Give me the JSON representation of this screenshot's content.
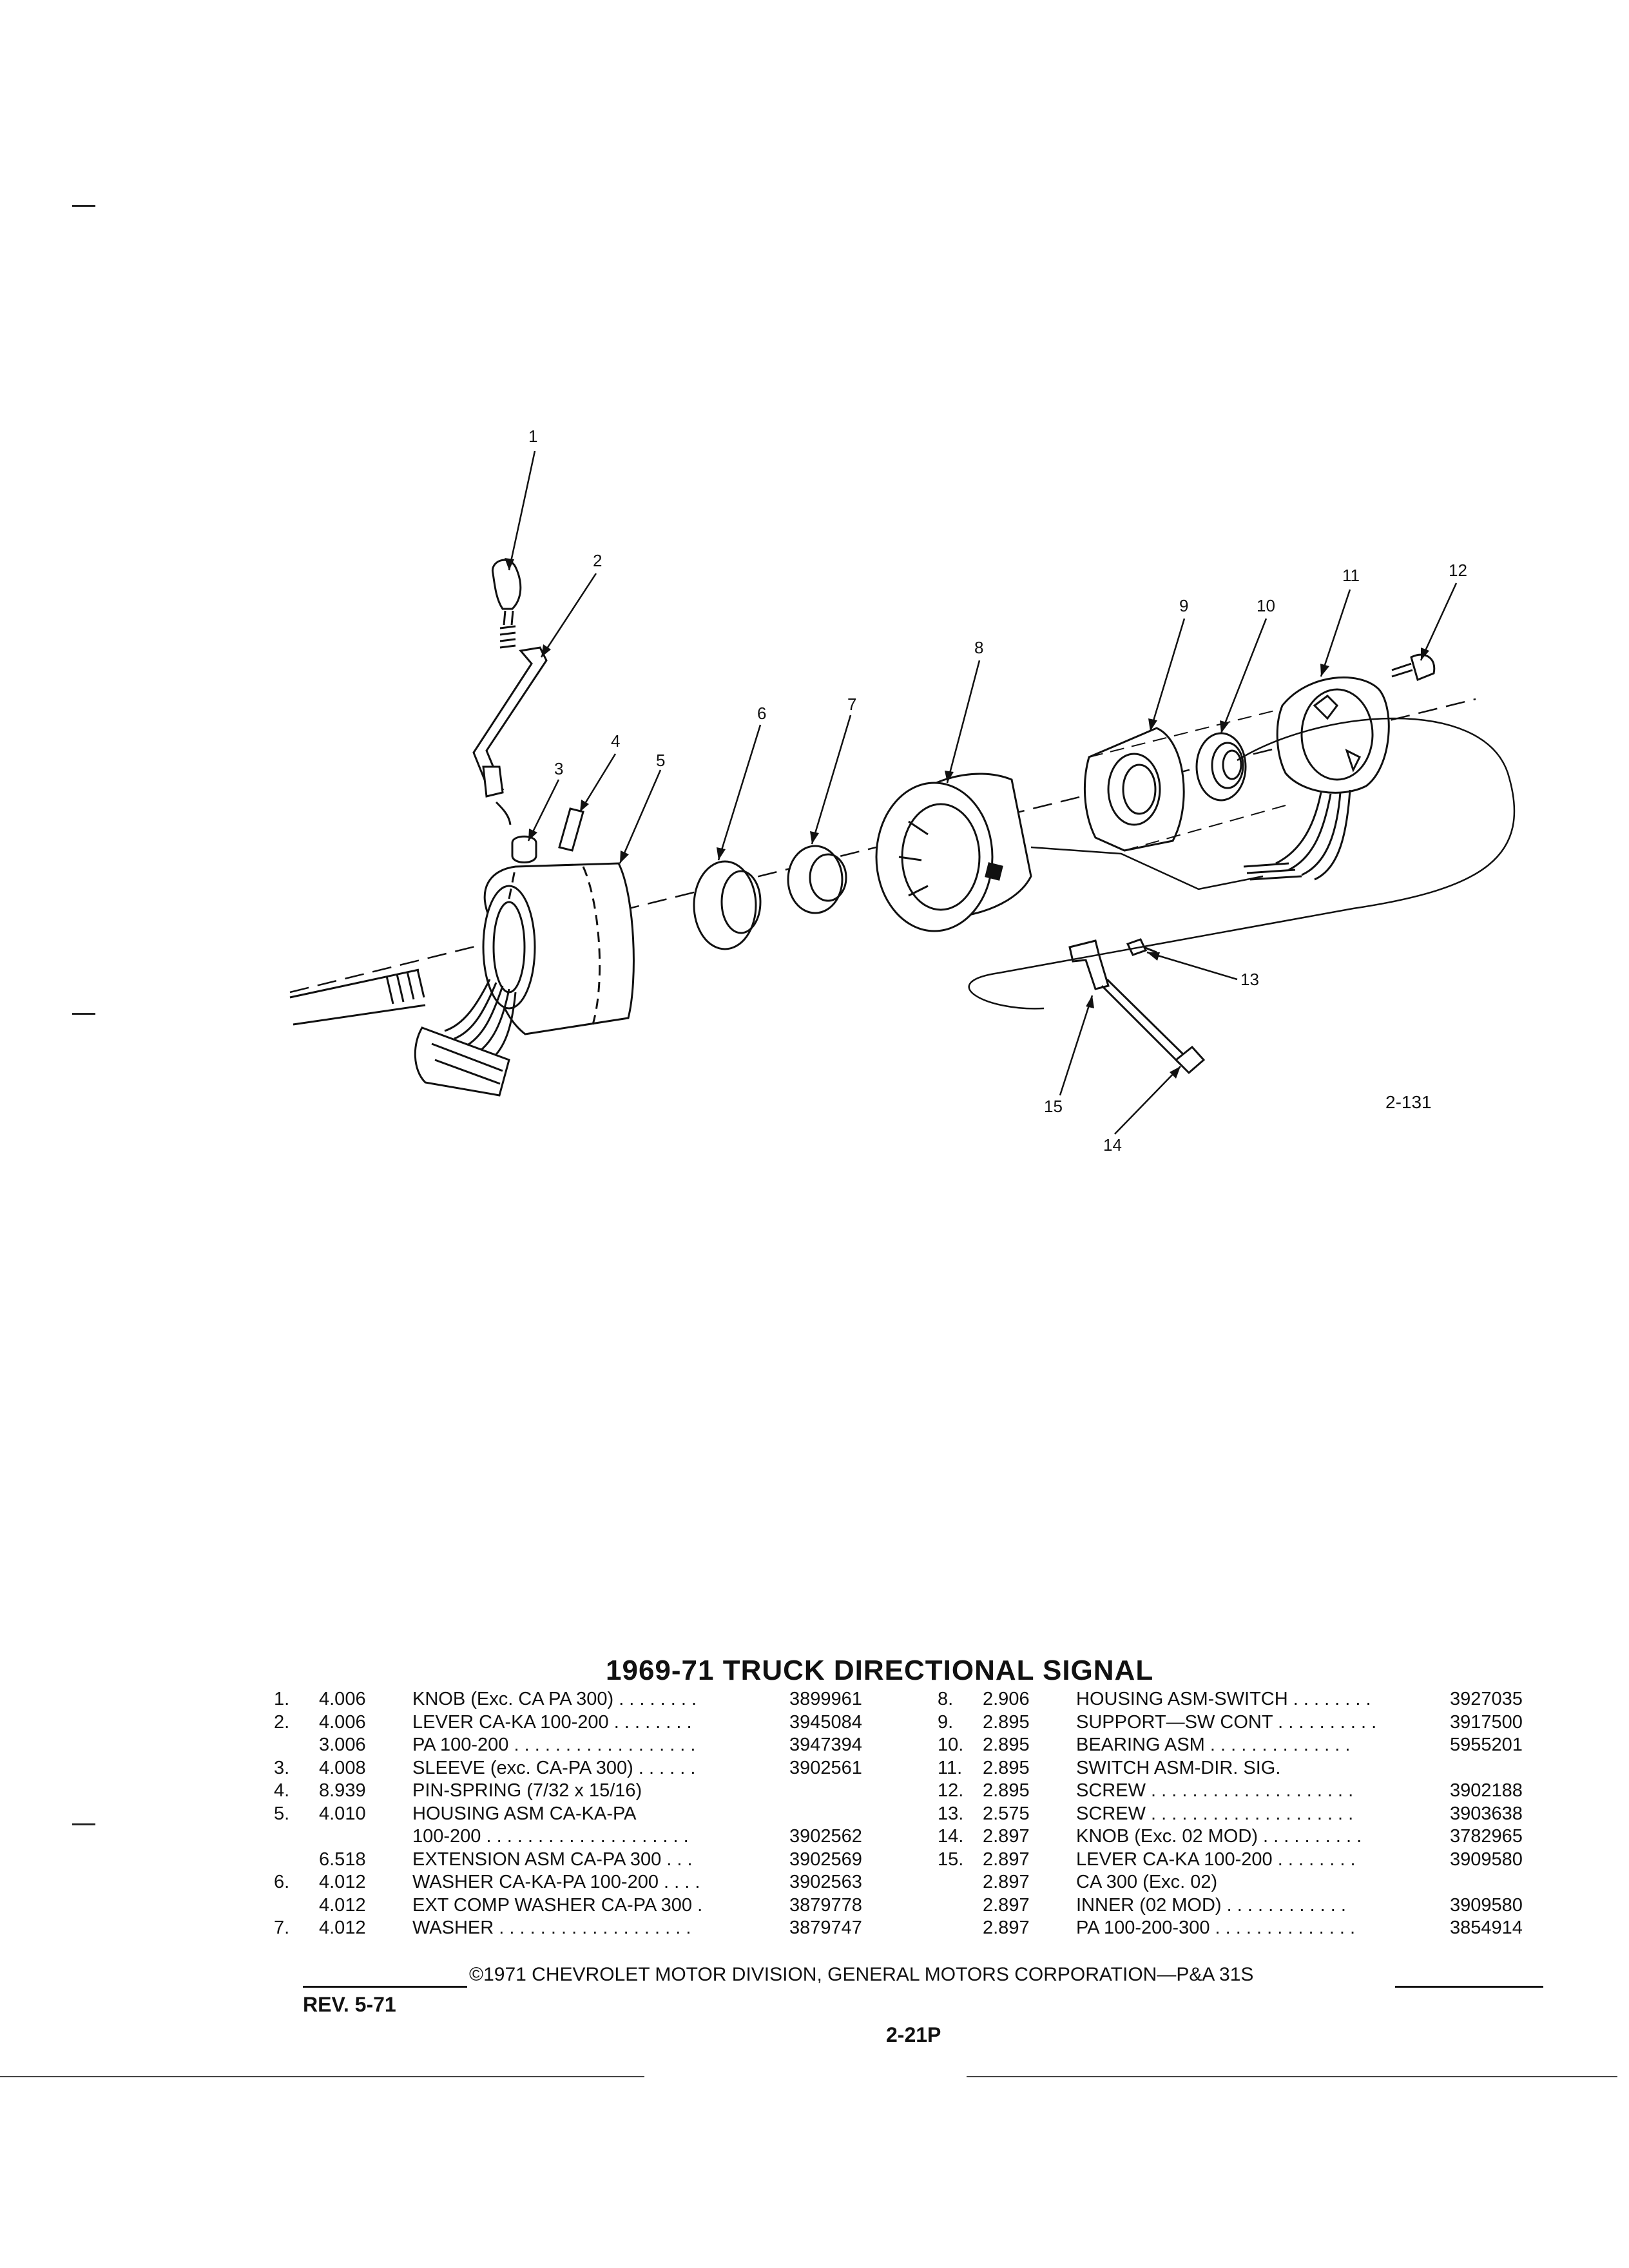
{
  "figure": {
    "ref": "2-131",
    "callouts": [
      "1",
      "2",
      "3",
      "4",
      "5",
      "6",
      "7",
      "8",
      "9",
      "10",
      "11",
      "12",
      "13",
      "14",
      "15"
    ]
  },
  "title": "1969-71 TRUCK DIRECTIONAL SIGNAL",
  "parts_left": [
    {
      "no": "1.",
      "group": "4.006",
      "desc": "KNOB (Exc. CA PA 300) . . . . . . . .",
      "part": "3899961"
    },
    {
      "no": "2.",
      "group": "4.006",
      "desc": "LEVER CA-KA 100-200 . . . . . . . .",
      "part": "3945084"
    },
    {
      "no": "",
      "group": "3.006",
      "desc": "PA 100-200 . . . . . . . . . . . . . . . . . .",
      "part": "3947394"
    },
    {
      "no": "3.",
      "group": "4.008",
      "desc": "SLEEVE (exc. CA-PA 300) . . . . . .",
      "part": "3902561"
    },
    {
      "no": "4.",
      "group": "8.939",
      "desc": "PIN-SPRING (7/32 x 15/16)",
      "part": ""
    },
    {
      "no": "5.",
      "group": "4.010",
      "desc": "HOUSING ASM CA-KA-PA",
      "part": ""
    },
    {
      "no": "",
      "group": "",
      "desc": "100-200 . . . . . . . . . . . . . . . . . . . .",
      "part": "3902562"
    },
    {
      "no": "",
      "group": "6.518",
      "desc": "EXTENSION ASM CA-PA 300 . . .",
      "part": "3902569"
    },
    {
      "no": "6.",
      "group": "4.012",
      "desc": "WASHER CA-KA-PA 100-200 . . . .",
      "part": "3902563"
    },
    {
      "no": "",
      "group": "4.012",
      "desc": "EXT COMP WASHER CA-PA 300 .",
      "part": "3879778"
    },
    {
      "no": "7.",
      "group": "4.012",
      "desc": "WASHER . . . . . . . . . . . . . . . . . . .",
      "part": "3879747"
    }
  ],
  "parts_right": [
    {
      "no": "8.",
      "group": "2.906",
      "desc": "HOUSING ASM-SWITCH . . . . . . . .",
      "part": "3927035"
    },
    {
      "no": "9.",
      "group": "2.895",
      "desc": "SUPPORT—SW CONT . . . . . . . . . .",
      "part": "3917500"
    },
    {
      "no": "10.",
      "group": "2.895",
      "desc": "BEARING ASM . . . . . . . . . . . . . .",
      "part": "5955201"
    },
    {
      "no": "11.",
      "group": "2.895",
      "desc": "SWITCH ASM-DIR. SIG.",
      "part": ""
    },
    {
      "no": "12.",
      "group": "2.895",
      "desc": "SCREW . . . . . . . . . . . . . . . . . . . .",
      "part": "3902188"
    },
    {
      "no": "13.",
      "group": "2.575",
      "desc": "SCREW . . . . . . . . . . . . . . . . . . . .",
      "part": "3903638"
    },
    {
      "no": "14.",
      "group": "2.897",
      "desc": "KNOB (Exc. 02 MOD) . . . . . . . . . .",
      "part": "3782965"
    },
    {
      "no": "15.",
      "group": "2.897",
      "desc": "LEVER CA-KA 100-200 . . . . . . . .",
      "part": "3909580"
    },
    {
      "no": "",
      "group": "2.897",
      "desc": "CA 300 (Exc. 02)",
      "part": ""
    },
    {
      "no": "",
      "group": "2.897",
      "desc": "INNER (02 MOD) . . . . . . . . . . . .",
      "part": "3909580"
    },
    {
      "no": "",
      "group": "2.897",
      "desc": "PA 100-200-300 . . . . . . . . . . . . . .",
      "part": "3854914"
    }
  ],
  "footer": {
    "copyright": "©1971 CHEVROLET MOTOR DIVISION, GENERAL MOTORS CORPORATION—P&A 31S",
    "revision": "REV. 5-71",
    "page": "2-21P"
  }
}
